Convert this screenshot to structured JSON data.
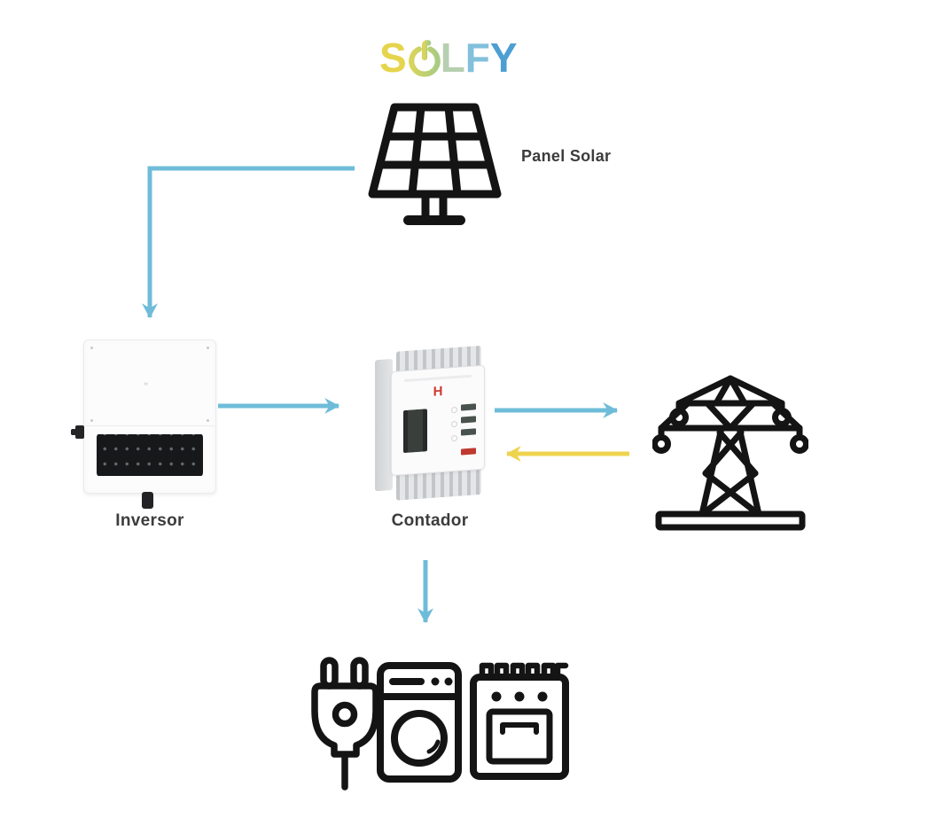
{
  "logo": {
    "text": "SOLFY",
    "letters": {
      "s": "S",
      "l": "L",
      "f": "F",
      "y": "Y"
    },
    "colors": {
      "s": "#e6d44c",
      "o_start": "#d9d45b",
      "o_end": "#a8cc83",
      "l": "#b6cfb0",
      "f": "#82c0dc",
      "y": "#4d9fd3"
    }
  },
  "labels": {
    "panel": "Panel Solar",
    "inverter": "Inversor",
    "meter": "Contador"
  },
  "diagram": {
    "nodes": [
      {
        "id": "panel",
        "label": "Panel Solar",
        "icon": "solar-panel-icon"
      },
      {
        "id": "inverter",
        "label": "Inversor",
        "icon": "solar-inverter-device"
      },
      {
        "id": "meter",
        "label": "Contador",
        "icon": "energy-meter-device",
        "brand_mark": "H"
      },
      {
        "id": "grid",
        "label": "",
        "icon": "transmission-tower-icon"
      },
      {
        "id": "loads",
        "label": "",
        "icon": "plug-washing-machine-oven-icons"
      }
    ],
    "edges": [
      {
        "from": "panel",
        "to": "inverter",
        "color": "#6fbcd9"
      },
      {
        "from": "inverter",
        "to": "meter",
        "color": "#6fbcd9"
      },
      {
        "from": "meter",
        "to": "grid",
        "color": "#6fbcd9"
      },
      {
        "from": "grid",
        "to": "meter",
        "color": "#eed34f"
      },
      {
        "from": "meter",
        "to": "loads",
        "color": "#6fbcd9"
      }
    ]
  },
  "colors": {
    "arrow_blue": "#6fbcd9",
    "arrow_yellow": "#eed34f",
    "icon_black": "#141414",
    "label_text": "#3c3c3c",
    "meter_brand_red": "#cf3a33",
    "background": "#ffffff"
  }
}
